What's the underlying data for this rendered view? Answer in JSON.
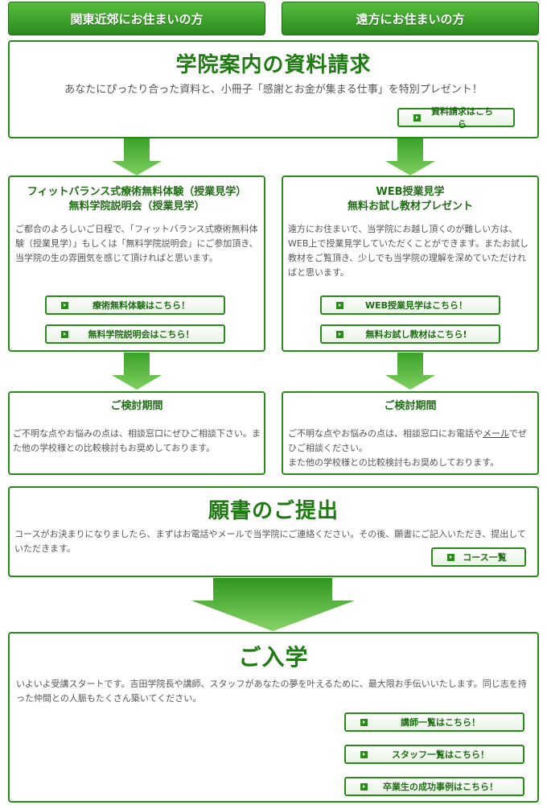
{
  "header": {
    "tab_local": "関東近郊にお住まいの方",
    "tab_remote": "遠方にお住まいの方"
  },
  "request": {
    "title": "学院案内の資料請求",
    "desc": "あなたにぴったり合った資料と、小冊子「感謝とお金が集まる仕事」を特別プレゼント！",
    "button": "資料請求はこちら"
  },
  "trial": {
    "title_line1": "フィットバランス式療術無料体験（授業見学）",
    "title_line2": "無料学院説明会（授業見学）",
    "text": "ご都合のよろしいご日程で、「フィットバランス式療術無料体験（授業見学）」もしくは「無料学院説明会」にご参加頂き、当学院の生の雰囲気を感じて頂ければと思います。",
    "button1": "療術無料体験はこちら！",
    "button2": "無料学院説明会はこちら！"
  },
  "web": {
    "title_line1": "WEB授業見学",
    "title_line2": "無料お試し教材プレゼント",
    "text": "遠方にお住まいで、当学院にお越し頂くのが難しい方は、WEB上で授業見学していただくことができます。またお試し教材をご覧頂き、少しでも当学院の理解を深めていただければと思います。",
    "button1": "WEB授業見学はこちら！",
    "button2": "無料お試し教材はこちら!"
  },
  "consider_left": {
    "title": "ご検討期間",
    "text": "ご不明な点やお悩みの点は、相談窓口にぜひご相談下さい。また他の学校様との比較検討もお奨めしております。"
  },
  "consider_right": {
    "title": "ご検討期間",
    "text_before": "ご不明な点やお悩みの点は、相談窓口にお電話や",
    "link": "メール",
    "text_after": "でぜひご相談ください。",
    "text2": "また他の学校様との比較検討もお奨めしております。"
  },
  "application": {
    "title": "願書のご提出",
    "text": "コースがお決まりになりましたら、まずはお電話やメールで当学院にご連絡ください。その後、願書にご記入いただき、提出していただきます。",
    "button": "コース一覧"
  },
  "enroll": {
    "title": "ご入学",
    "text": "いよいよ受講スタートです。吉田学院長や講師、スタッフがあなたの夢を叶えるために、最大限お手伝いいたします。同じ志を持った仲間との人脈もたくさん築いてください。",
    "button1": "講師一覧はこちら！",
    "button2": "スタッフ一覧はこちら！",
    "button3": "卒業生の成功事例はこちら！"
  },
  "colors": {
    "accent": "#2a8a1c",
    "title": "#1f7a14"
  }
}
